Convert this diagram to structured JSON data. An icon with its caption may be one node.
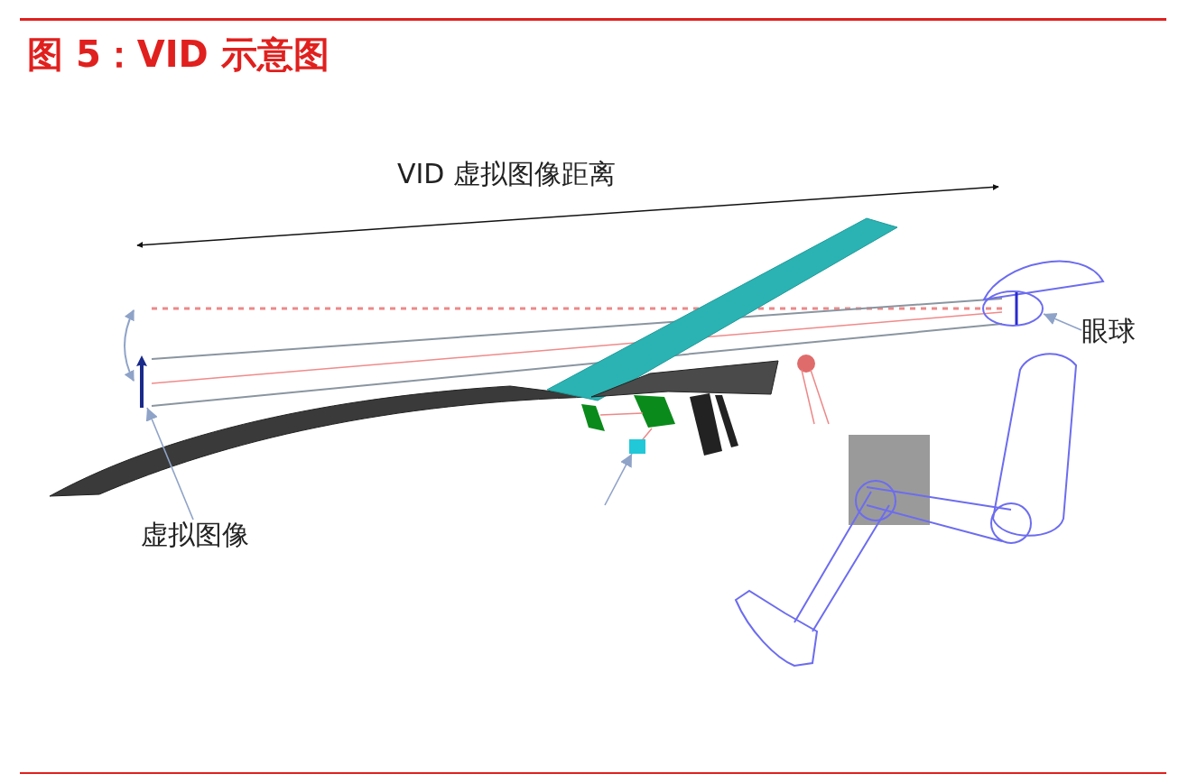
{
  "diagram": {
    "title": "图 5：VID 示意图",
    "nodes": [
      {
        "text": [
          "虚拟图像"
        ]
      },
      {
        "text": [],
        "shape": "picture"
      },
      {
        "text": [
          "眼球"
        ]
      },
      {
        "text": [],
        "shape": "picture"
      },
      {
        "text": [],
        "shape": "box"
      }
    ],
    "edges": [
      {
        "from": 0,
        "to": 1,
        "arrow": "to"
      },
      {
        "from": 2,
        "to": 3,
        "arrow": "to"
      },
      {
        "from": null,
        "to": 4,
        "arrow": "to"
      }
    ],
    "labels": [
      "VID 虚拟图像距离"
    ]
  }
}
